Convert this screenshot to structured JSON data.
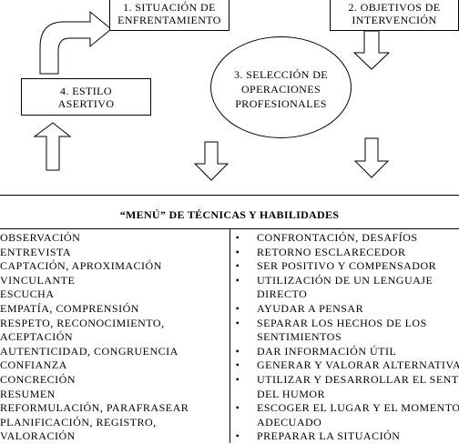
{
  "diagram": {
    "box1": [
      "1. SITUACIÓN DE",
      "ENFRENTAMIENTO"
    ],
    "box2": [
      "2. OBJETIVOS DE",
      "INTERVENCIÓN"
    ],
    "ellipse3": [
      "3. SELECCIÓN DE",
      "OPERACIONES",
      "PROFESIONALES"
    ],
    "box4": [
      "4. ESTILO",
      "ASERTIVO"
    ]
  },
  "table": {
    "title": "“MENÚ” DE TÉCNICAS Y HABILIDADES",
    "left": [
      "OBSERVACIÓN",
      "ENTREVISTA",
      "CAPTACIÓN, APROXIMACIÓN",
      "VINCULANTE",
      "ESCUCHA",
      "EMPATÍA, COMPRENSIÓN",
      "RESPETO, RECONOCIMIENTO,",
      "ACEPTACIÓN",
      "AUTENTICIDAD, CONGRUENCIA",
      "CONFIANZA",
      "CONCRECIÓN",
      "RESUMEN",
      "REFORMULACIÓN, PARAFRASEAR",
      "PLANIFICACIÓN, REGISTRO,",
      "VALORACIÓN"
    ],
    "right": [
      {
        "text": "CONFRONTACIÓN, DESAFÍOS"
      },
      {
        "text": "RETORNO ESCLARECEDOR"
      },
      {
        "text": "SER POSITIVO Y COMPENSADOR"
      },
      {
        "text": "UTILIZACIÓN DE UN LENGUAJE",
        "cont": "DIRECTO"
      },
      {
        "text": "AYUDAR A PENSAR"
      },
      {
        "text": "SEPARAR LOS HECHOS DE LOS",
        "cont": "SENTIMIENTOS"
      },
      {
        "text": "DAR INFORMACIÓN ÚTIL"
      },
      {
        "text": "GENERAR Y VALORAR ALTERNATIVAS"
      },
      {
        "text": "UTILIZAR Y DESARROLLAR EL SENTIDO",
        "cont": "DEL HUMOR"
      },
      {
        "text": "ESCOGER EL LUGAR Y EL MOMENTO",
        "cont": "ADECUADO"
      },
      {
        "text": "PREPARAR LA SITUACIÓN"
      }
    ],
    "bullet": "•"
  }
}
